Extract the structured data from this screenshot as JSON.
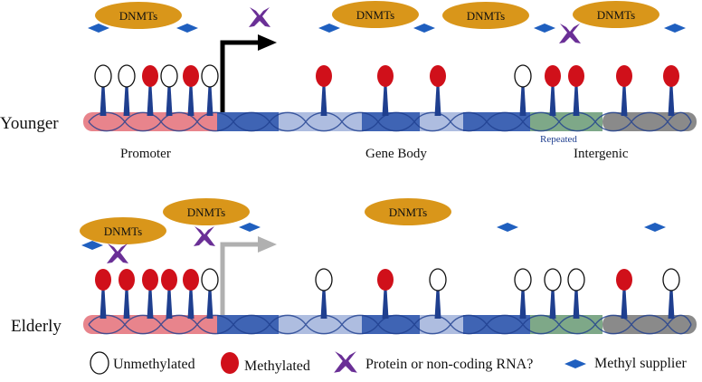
{
  "rows": {
    "younger_label": "Younger",
    "elderly_label": "Elderly"
  },
  "regions": {
    "promoter": "Promoter",
    "gene_body": "Gene Body",
    "intergenic": "Intergenic",
    "repeated": "Repeated"
  },
  "enzyme_label": "DNMTs",
  "legend": {
    "unmethylated": "Unmethylated",
    "methylated": "Methylated",
    "protein": "Protein or non-coding RNA?",
    "methyl_supplier": "Methyl supplier"
  },
  "colors": {
    "methylated": "#d0101a",
    "unmethylated": "#ffffff",
    "stem": "#1f3f8f",
    "dnmt": "#d9961a",
    "protein": "#6a2f96",
    "methyl_supplier": "#1f5fbf",
    "promoter_segment": "#e8848c",
    "dark_blue_segment": "#3f64b4",
    "light_blue_segment": "#aebde0",
    "repeated_segment": "#7ea888",
    "intergenic_segment": "#8a8a8a",
    "arrow_younger": "#000000",
    "arrow_elderly": "#b0b0b0"
  },
  "younger_methylation": [
    false,
    false,
    true,
    false,
    true,
    false,
    true,
    true,
    true,
    false,
    true,
    true,
    true,
    true
  ],
  "elderly_methylation": [
    true,
    true,
    true,
    true,
    true,
    false,
    false,
    true,
    false,
    false,
    false,
    false,
    true,
    false
  ]
}
